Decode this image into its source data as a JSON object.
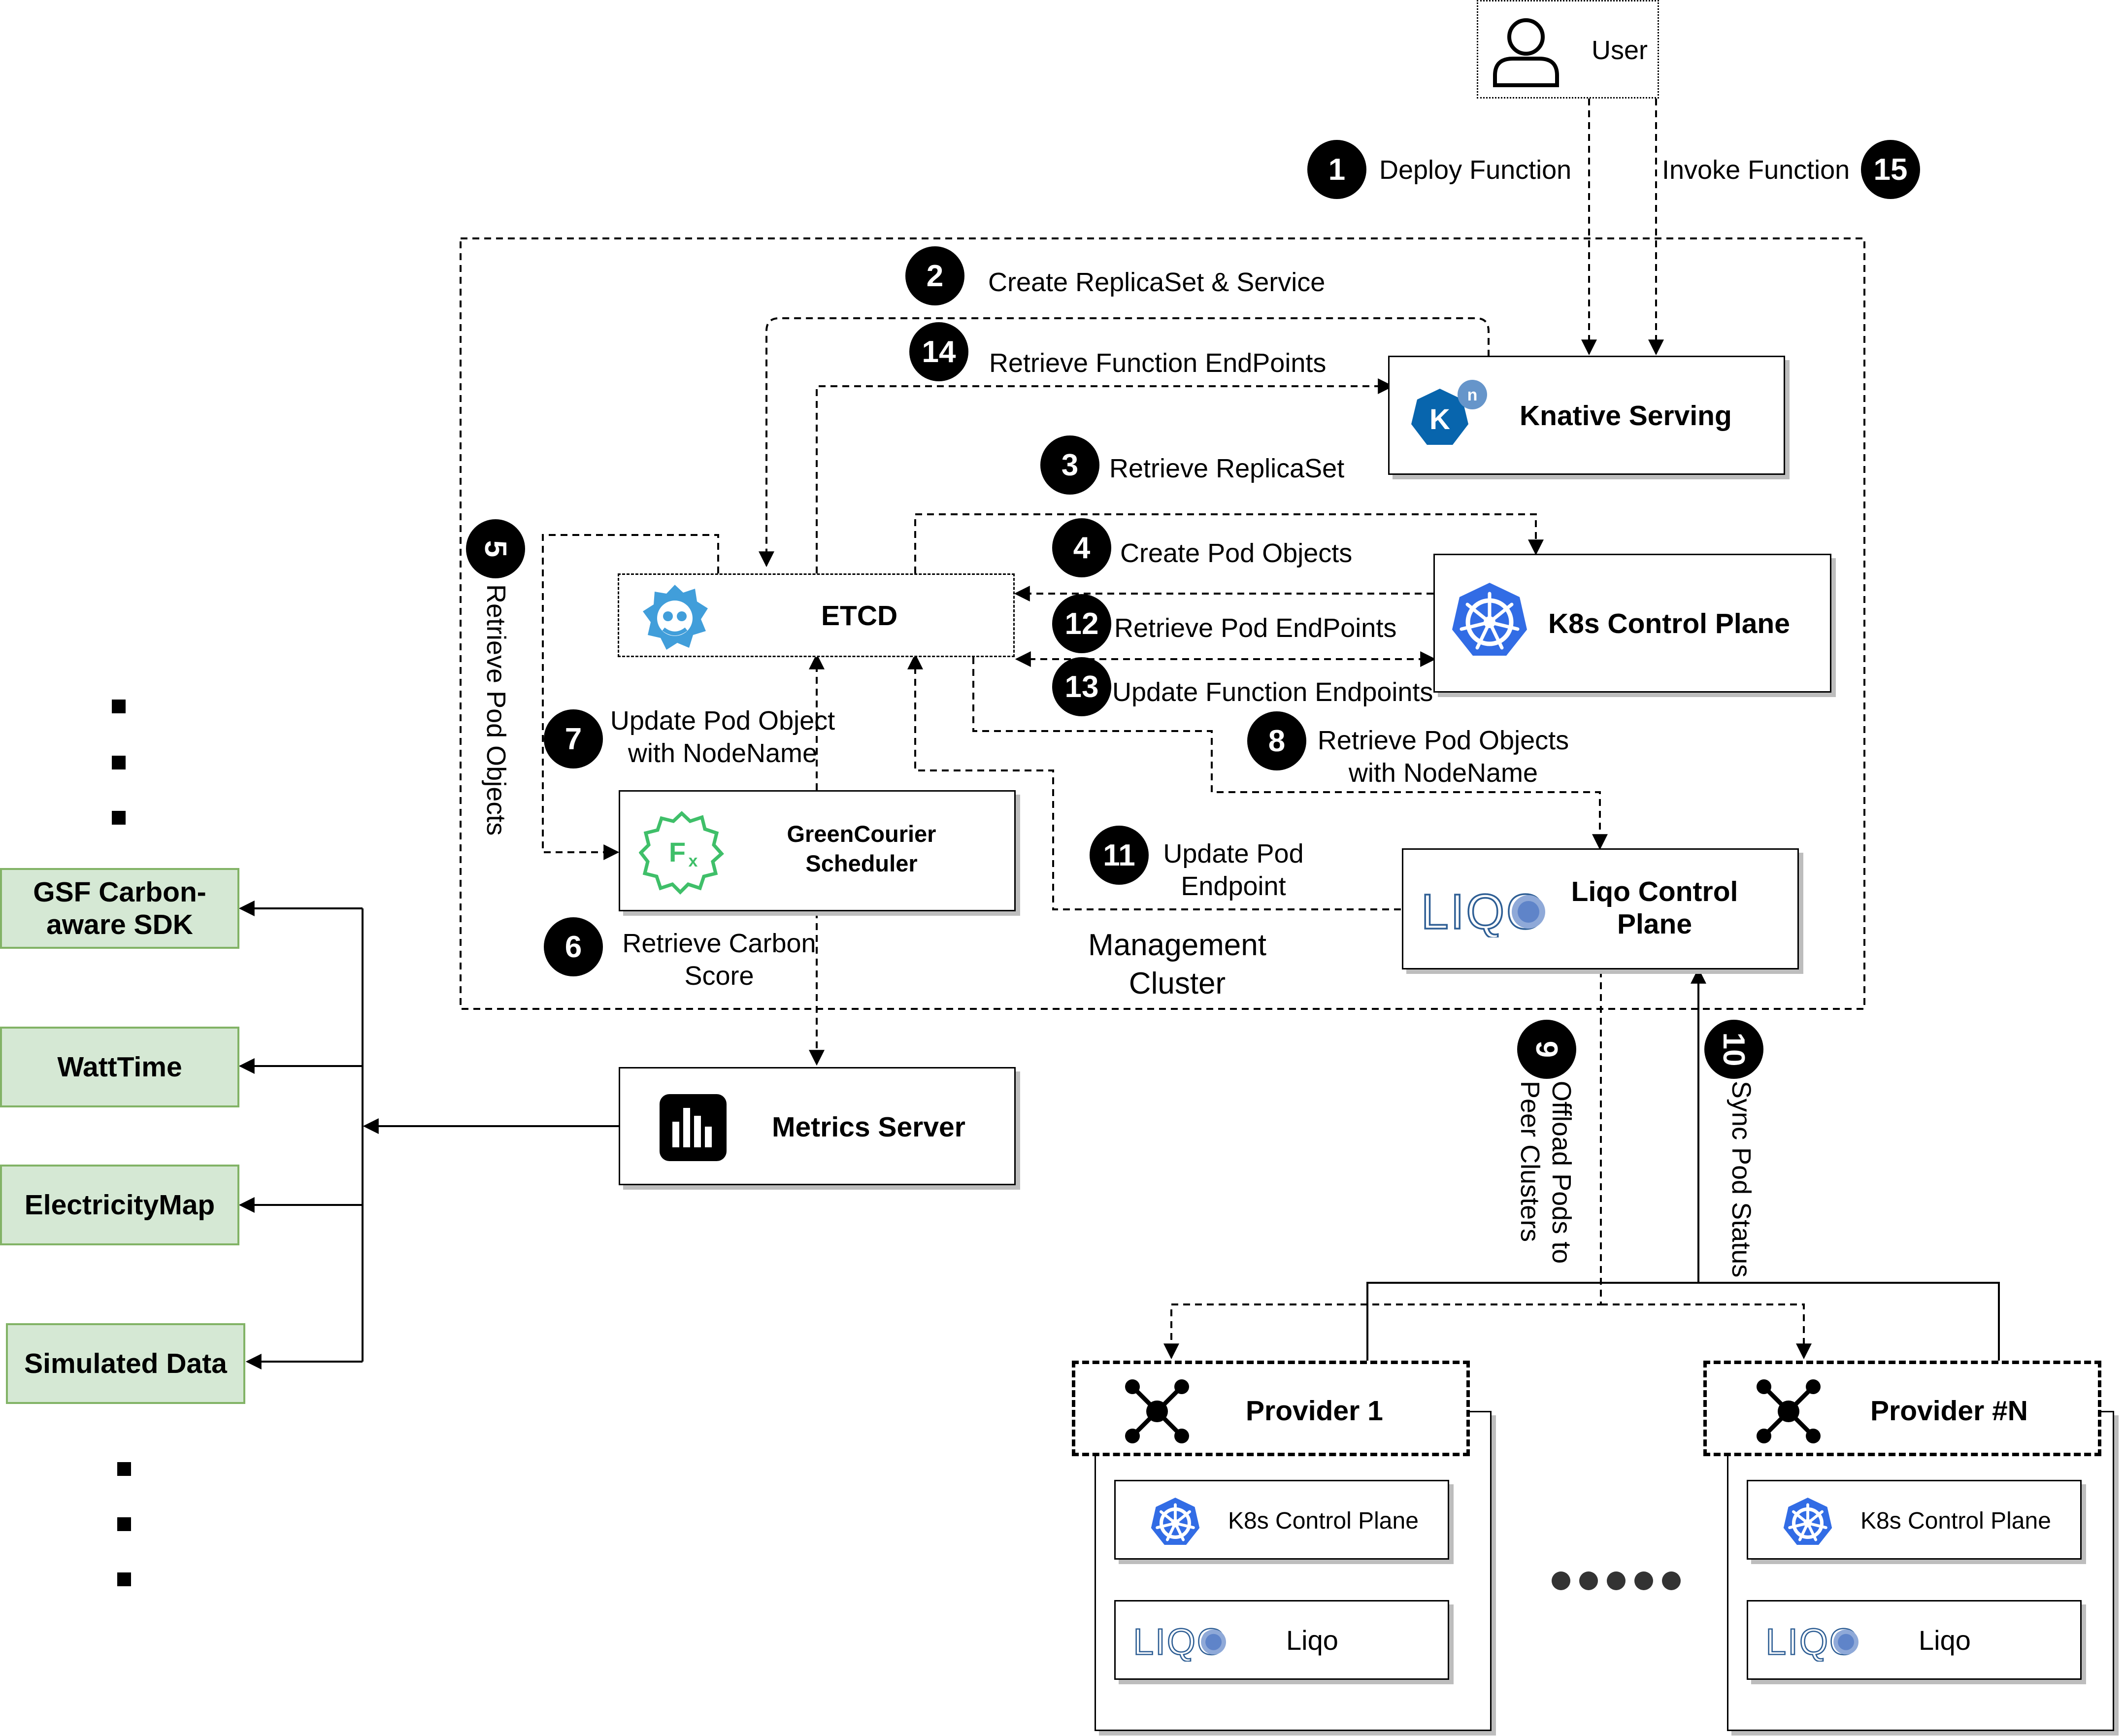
{
  "user": {
    "label": "User"
  },
  "steps": {
    "s1": {
      "num": "1",
      "text": "Deploy Function"
    },
    "s15": {
      "num": "15",
      "text": "Invoke Function"
    },
    "s2": {
      "num": "2",
      "text": "Create ReplicaSet & Service"
    },
    "s14": {
      "num": "14",
      "text": "Retrieve Function EndPoints"
    },
    "s3": {
      "num": "3",
      "text": "Retrieve ReplicaSet"
    },
    "s4": {
      "num": "4",
      "text": "Create Pod Objects"
    },
    "s12": {
      "num": "12",
      "text": "Retrieve Pod EndPoints"
    },
    "s13": {
      "num": "13",
      "text": "Update Function Endpoints"
    },
    "s5": {
      "num": "5",
      "text": "Retrieve Pod Objects"
    },
    "s7": {
      "num": "7",
      "line1": "Update Pod Object",
      "line2": "with NodeName"
    },
    "s8": {
      "num": "8",
      "line1": "Retrieve Pod Objects",
      "line2": "with NodeName"
    },
    "s11": {
      "num": "11",
      "line1": "Update Pod",
      "line2": "Endpoint"
    },
    "s6": {
      "num": "6",
      "line1": "Retrieve Carbon",
      "line2": "Score"
    },
    "s9": {
      "num": "9",
      "line1": "Offload Pods to",
      "line2": "Peer Clusters"
    },
    "s10": {
      "num": "10",
      "text": "Sync Pod Status"
    }
  },
  "nodes": {
    "knative": "Knative Serving",
    "k8s": "K8s Control Plane",
    "etcd": "ETCD",
    "scheduler": {
      "line1": "GreenCourier",
      "line2": "Scheduler"
    },
    "liqo": {
      "line1": "Liqo Control",
      "line2": "Plane"
    },
    "metrics": "Metrics Server"
  },
  "cluster": {
    "line1": "Management",
    "line2": "Cluster"
  },
  "sources": {
    "gsf": {
      "line1": "GSF Carbon-",
      "line2": "aware SDK"
    },
    "watttime": "WattTime",
    "electricitymap": "ElectricityMap",
    "simulated": "Simulated Data"
  },
  "providers": {
    "p1": {
      "title": "Provider 1",
      "k8s": "K8s Control Plane",
      "liqo": "Liqo"
    },
    "pn": {
      "title": "Provider #N",
      "k8s": "K8s Control Plane",
      "liqo": "Liqo"
    }
  },
  "logos": {
    "liqo_text": "LIQO",
    "knative_letter": "K",
    "knative_badge": "n"
  },
  "colors": {
    "source_fill": "#d5e8d4",
    "source_border": "#82b366",
    "k8s_blue": "#326ce5",
    "knative_blue": "#0865ad",
    "etcd_blue": "#419eda",
    "greencourier_green": "#3fbf69"
  },
  "icons": [
    "user-icon",
    "knative-logo-icon",
    "kubernetes-wheel-icon",
    "etcd-logo-icon",
    "greencourier-fx-icon",
    "liqo-logo-icon",
    "bar-chart-icon",
    "network-hub-icon"
  ]
}
